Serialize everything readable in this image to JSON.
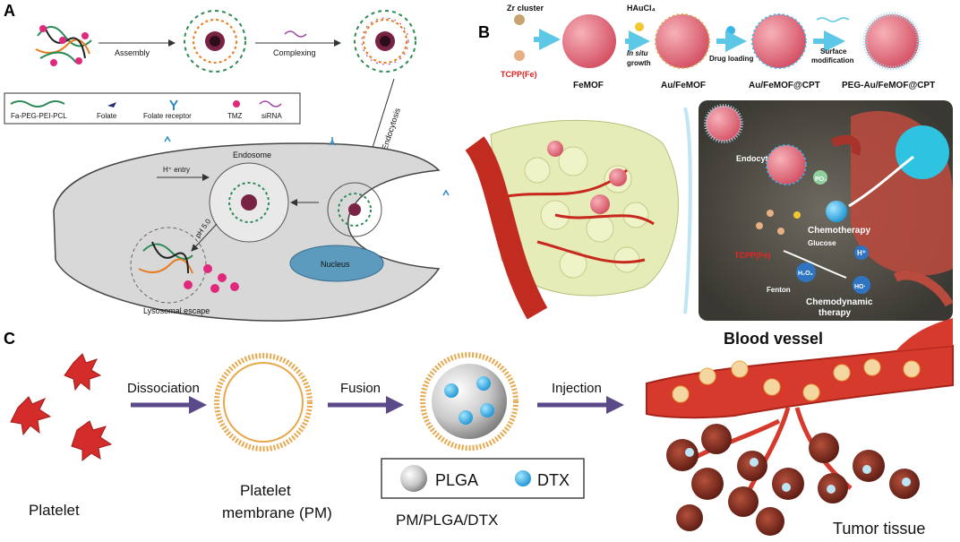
{
  "panels": {
    "a": {
      "letter": "A",
      "assembly": "Assembly",
      "complexing": "Complexing",
      "endocytosis": "Endocytosis",
      "endosome": "Endosome",
      "h_entry": "H⁺ entry",
      "ph": "pH 5.0",
      "nucleus": "Nucleus",
      "lysosomal_escape": "Lysosomal escape",
      "legend": [
        "Fa-PEG-PEI-PCL",
        "Folate",
        "Folate receptor",
        "TMZ",
        "siRNA"
      ]
    },
    "b": {
      "letter": "B",
      "zr_cluster": "Zr cluster",
      "tcpp": "TCPP(Fe)",
      "haucl4": "HAuCl₄",
      "in_situ": "In situ",
      "growth": "growth",
      "drug_loading": "Drug loading",
      "surface": "Surface",
      "modification": "modification",
      "femof": "FeMOF",
      "au_femof": "Au/FeMOF",
      "au_femof_cpt": "Au/FeMOF@CPT",
      "peg": "PEG-Au/FeMOF@CPT",
      "endocytosis": "Endocytosis",
      "po4": "PO₄",
      "chemotherapy": "Chemotherapy",
      "glucose": "Glucose",
      "hplus": "H⁺",
      "tcpp2": "TCPP(Fe)",
      "h2o2": "H₂O₂",
      "fenton": "Fenton",
      "ho": "HO·",
      "chemodynamic": "Chemodynamic",
      "therapy": "therapy"
    },
    "c": {
      "letter": "C",
      "dissociation": "Dissociation",
      "fusion": "Fusion",
      "injection": "Injection",
      "platelet": "Platelet",
      "pm1": "Platelet",
      "pm2": "membrane (PM)",
      "plga": "PLGA",
      "dtx": "DTX",
      "pm_plga_dtx": "PM/PLGA/DTX",
      "blood_vessel": "Blood vessel",
      "tumor_tissue": "Tumor tissue"
    }
  },
  "colors": {
    "arrow_purple": "#5b4a8a",
    "vessel_red": "#d63a2c",
    "membrane_orange": "#e8a84c",
    "dtx_blue": "#3bb4e8",
    "cyan_arrow": "#5cc7e6",
    "femof_pink": "#e86f7e"
  }
}
